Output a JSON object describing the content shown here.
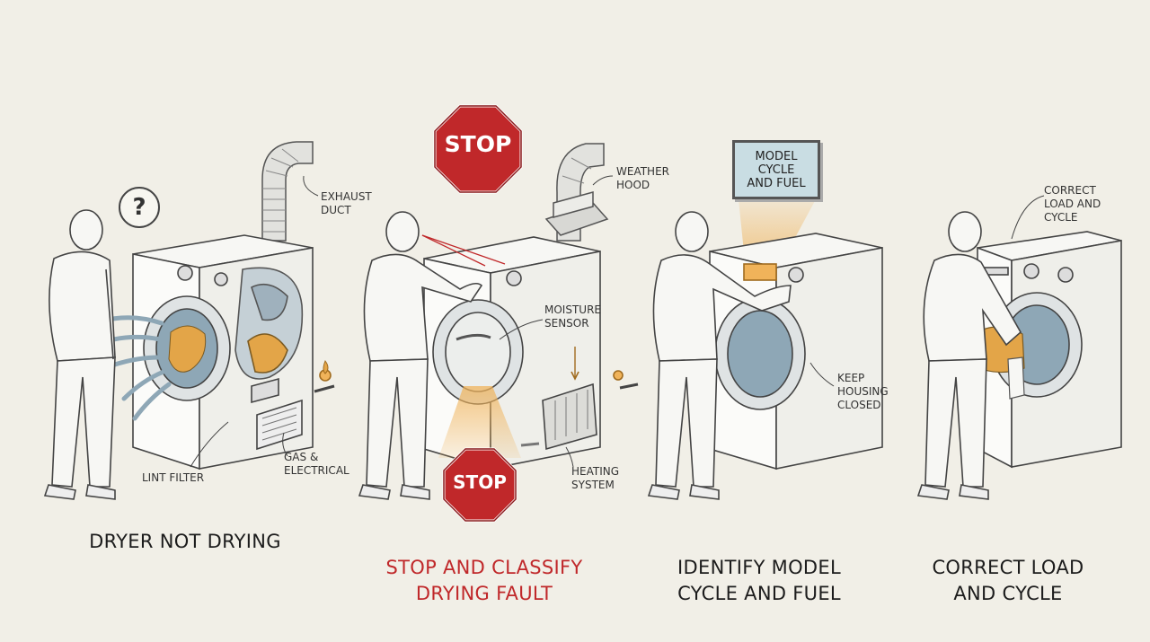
{
  "panels": [
    {
      "caption": "DRYER NOT DRYING",
      "labels": {
        "exhaust_duct": "EXHAUST\nDUCT",
        "lint_filter": "LINT FILTER",
        "gas_electrical": "GAS &\nELECTRICAL"
      },
      "bubble": "?"
    },
    {
      "caption": "STOP AND CLASSIFY\nDRYING FAULT",
      "stop_top": "STOP",
      "stop_bottom": "STOP",
      "labels": {
        "weather_hood": "WEATHER\nHOOD",
        "moisture_sensor": "MOISTURE\nSENSOR",
        "heating_system": "HEATING\nSYSTEM"
      }
    },
    {
      "caption": "IDENTIFY MODEL\nCYCLE AND FUEL",
      "sign": "MODEL\nCYCLE\nAND FUEL",
      "labels": {
        "keep_housing_closed": "KEEP\nHOUSING\nCLOSED"
      }
    },
    {
      "caption": "CORRECT LOAD\nAND CYCLE",
      "labels": {
        "correct_load_cycle": "CORRECT\nLOAD AND\nCYCLE"
      }
    }
  ],
  "colors": {
    "alert_red": "#c0282a",
    "highlight_orange": "#f0b35a",
    "laundry_orange": "#e3a548",
    "drum_blue": "#8ea7b6",
    "background": "#f1efe7"
  }
}
